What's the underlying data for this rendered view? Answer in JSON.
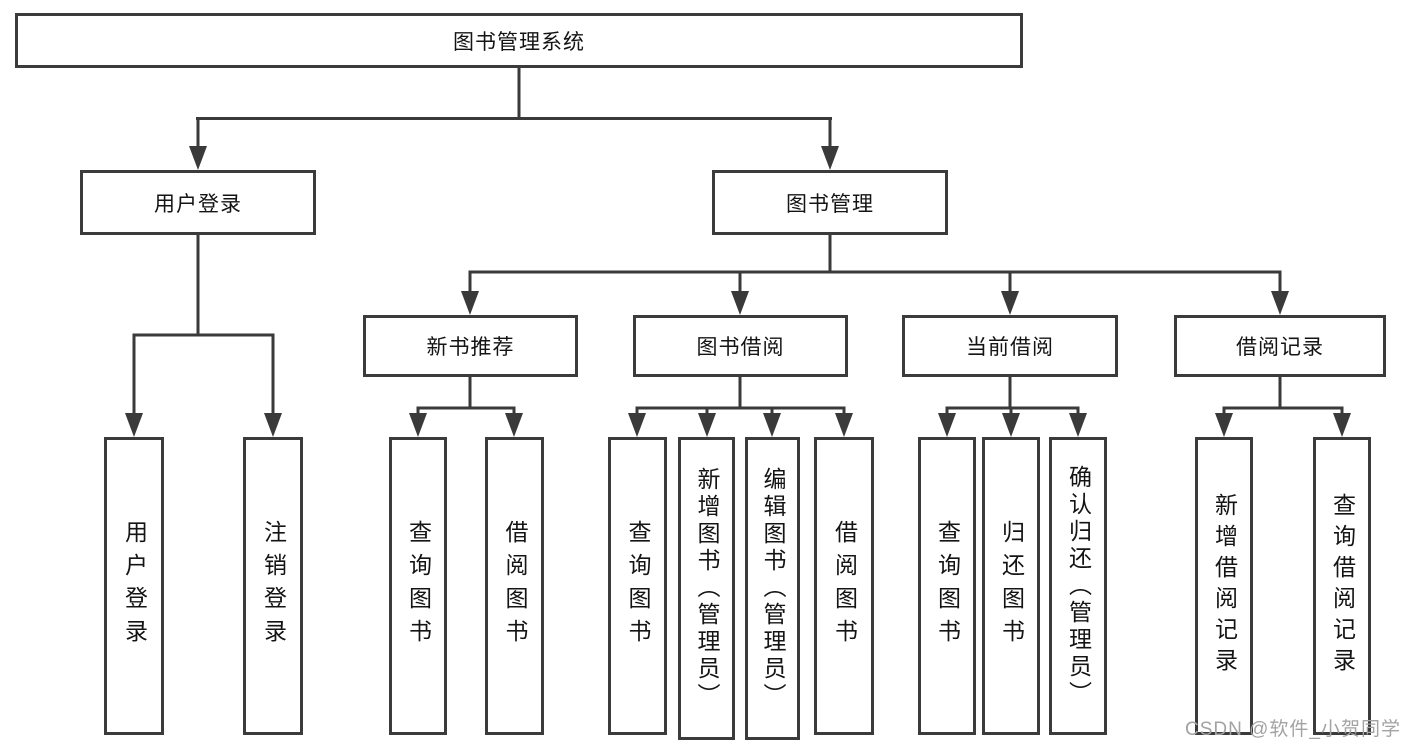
{
  "tree": {
    "root": {
      "label": "图书管理系统"
    },
    "children": [
      {
        "label": "用户登录",
        "children": [
          {
            "label": "用户登录"
          },
          {
            "label": "注销登录"
          }
        ]
      },
      {
        "label": "图书管理",
        "children": [
          {
            "label": "新书推荐",
            "children": [
              {
                "label": "查询图书"
              },
              {
                "label": "借阅图书"
              }
            ]
          },
          {
            "label": "图书借阅",
            "children": [
              {
                "label": "查询图书"
              },
              {
                "label": "新增图书（管理员）"
              },
              {
                "label": "编辑图书（管理员）"
              },
              {
                "label": "借阅图书"
              }
            ]
          },
          {
            "label": "当前借阅",
            "children": [
              {
                "label": "查询图书"
              },
              {
                "label": "归还图书"
              },
              {
                "label": "确认归还（管理员）"
              }
            ]
          },
          {
            "label": "借阅记录",
            "children": [
              {
                "label": "新增借阅记录"
              },
              {
                "label": "查询借阅记录"
              }
            ]
          }
        ]
      }
    ]
  },
  "watermark": {
    "text": "CSDN @软件_小贺同学"
  },
  "colors": {
    "line": "#3a3a3a",
    "box_border": "#3b3b3b",
    "text": "#141414",
    "watermark": "#a3a3a3",
    "background": "#ffffff"
  }
}
